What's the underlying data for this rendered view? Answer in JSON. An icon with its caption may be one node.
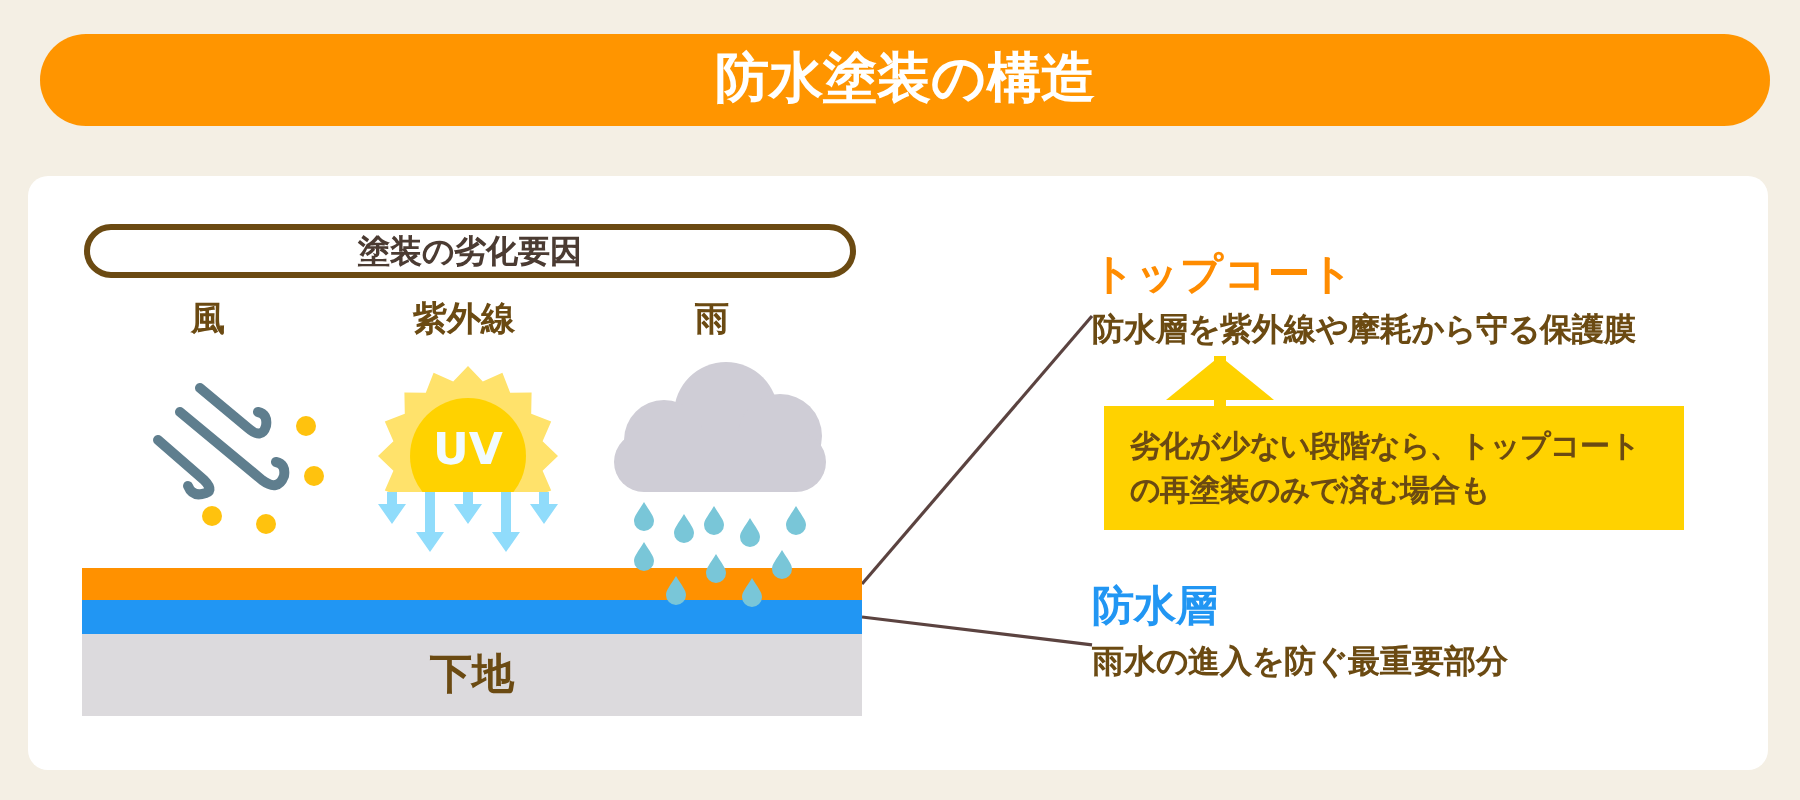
{
  "diagram": {
    "title": "防水塗装の構造",
    "nodes": [
      {
        "text": [
          "塗装の劣化要因"
        ]
      },
      {
        "text": [],
        "shape": "bar"
      },
      {
        "text": [],
        "shape": "bar"
      },
      {
        "text": [
          "下地"
        ]
      },
      {
        "text": [
          "トップコート",
          "防水層を紫外線や摩耗から守る保護膜"
        ]
      },
      {
        "text": [
          "劣化が少ない段階なら、トップコートの再塗装のみで済む場合も"
        ]
      },
      {
        "text": [
          "防水層",
          "雨水の進入を防ぐ最重要部分"
        ]
      }
    ],
    "edges": [
      {
        "from": 4,
        "to": 1,
        "arrow": "none"
      },
      {
        "from": 5,
        "to": 4,
        "arrow": "to",
        "style": "thick",
        "color": "#ffd200"
      },
      {
        "from": 6,
        "to": 2,
        "arrow": "none"
      }
    ],
    "labels": [
      "風",
      "紫外線",
      "雨",
      "UV"
    ]
  }
}
